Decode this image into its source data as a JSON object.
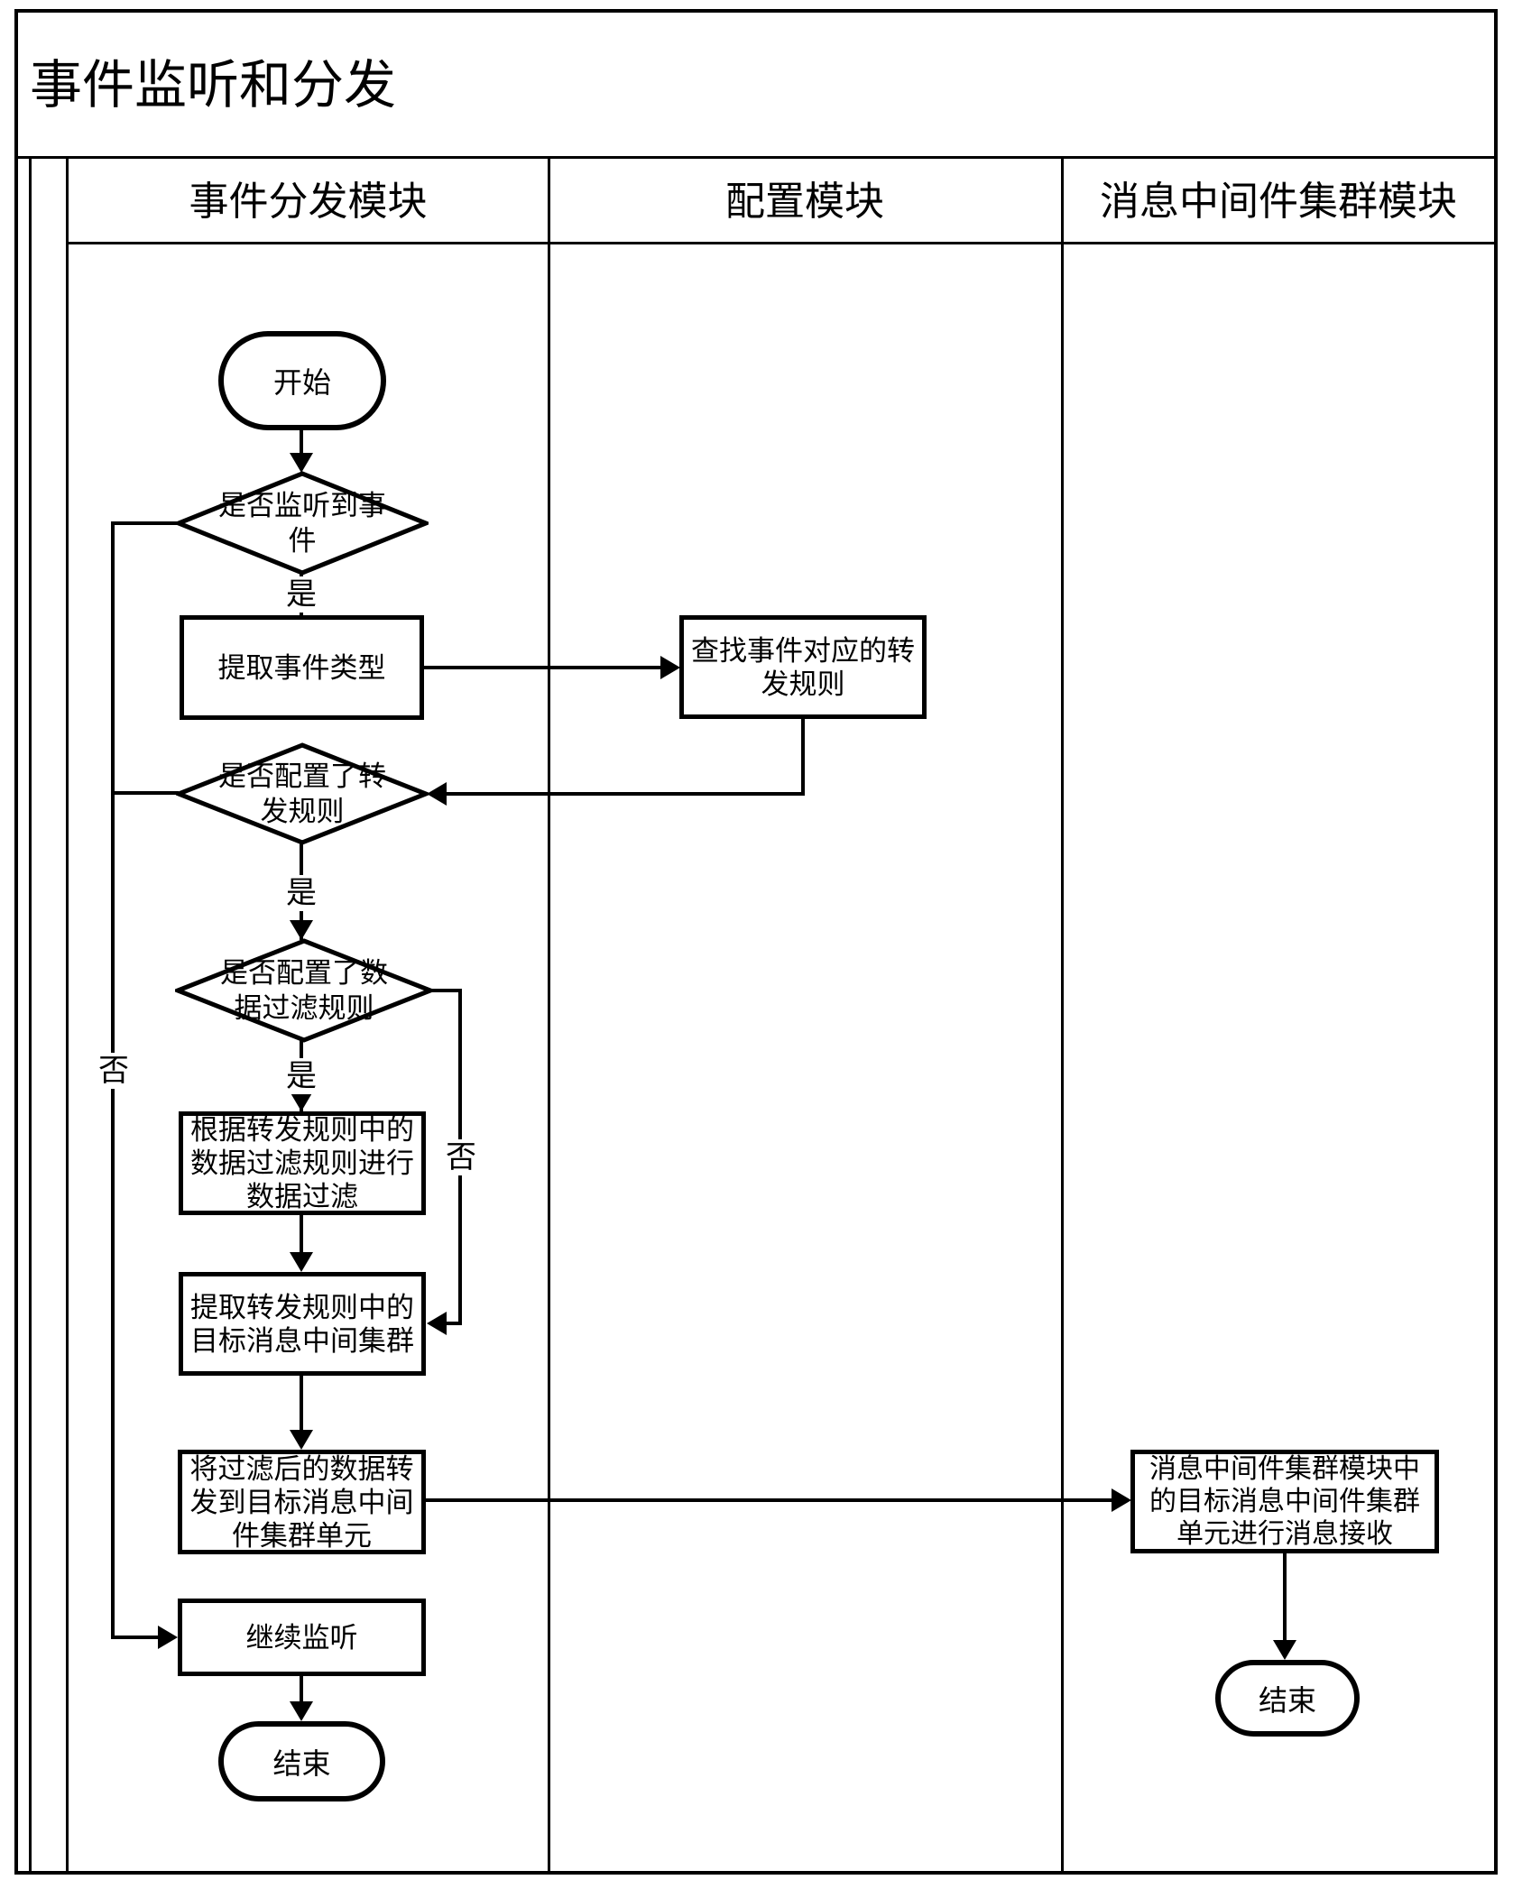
{
  "title": "事件监听和分发",
  "lanes": [
    {
      "label": "事件分发模块"
    },
    {
      "label": "配置模块"
    },
    {
      "label": "消息中间件集群模块"
    }
  ],
  "nodes": {
    "start": "开始",
    "decision_event": "是否监听到事\n件",
    "extract_type": "提取事件类型",
    "find_rule": "查找事件对应的转\n发规则",
    "decision_rule": "是否配置了转\n发规则",
    "decision_filter": "是否配置了数\n据过滤规则",
    "filter_data": "根据转发规则中的\n数据过滤规则进行\n数据过滤",
    "extract_cluster": "提取转发规则中的\n目标消息中间集群",
    "forward_data": "将过滤后的数据转\n发到目标消息中间\n件集群单元",
    "continue_listen": "继续监听",
    "end_left": "结束",
    "receive_message": "消息中间件集群模块中\n的目标消息中间件集群\n单元进行消息接收",
    "end_right": "结束"
  },
  "edge_labels": {
    "yes1": "是",
    "yes2": "是",
    "yes3": "是",
    "no_left": "否",
    "no_right": "否"
  },
  "colors": {
    "ink": "#000000",
    "background": "#ffffff"
  }
}
